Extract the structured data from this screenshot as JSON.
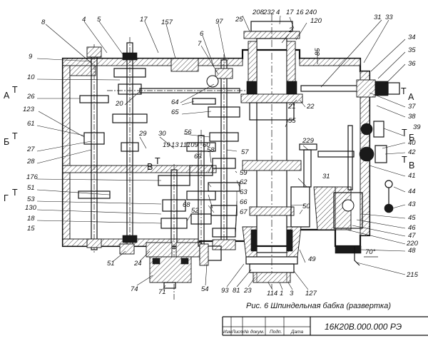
{
  "caption": "Рис. 6 Шпиндельная бабка (развертка)",
  "drawing_number": "16К20В.000.000 РЭ",
  "title_block_headers": [
    "Изм",
    "Лист",
    "№ докум.",
    "Подп.",
    "Дата"
  ],
  "section_marks": [
    "А",
    "Т",
    "Б",
    "Т",
    "В",
    "Т",
    "Г",
    "Т",
    "Т",
    "А",
    "Т",
    "Б",
    "Т",
    "В"
  ],
  "callouts": [
    "8",
    "4",
    "5",
    "17",
    "157",
    "6",
    "7",
    "97",
    "25",
    "208",
    "232",
    "4",
    "17",
    "16",
    "240",
    "2",
    "120",
    "31",
    "33",
    "85",
    "9",
    "10",
    "20",
    "64",
    "65",
    "26",
    "123",
    "61",
    "27",
    "28",
    "29",
    "30",
    "56",
    "19",
    "13",
    "11",
    "109",
    "60",
    "69",
    "58",
    "57",
    "55",
    "21",
    "22",
    "34",
    "35",
    "36",
    "37",
    "38",
    "39",
    "40",
    "42",
    "41",
    "44",
    "43",
    "45",
    "46",
    "47",
    "220",
    "48",
    "215",
    "229",
    "176",
    "51",
    "53",
    "130",
    "18",
    "15",
    "59",
    "62",
    "63",
    "66",
    "67",
    "68",
    "31",
    "49",
    "52",
    "50",
    "51",
    "24",
    "74",
    "71",
    "54",
    "93",
    "81",
    "23",
    "114",
    "1",
    "3",
    "127",
    "70°"
  ]
}
